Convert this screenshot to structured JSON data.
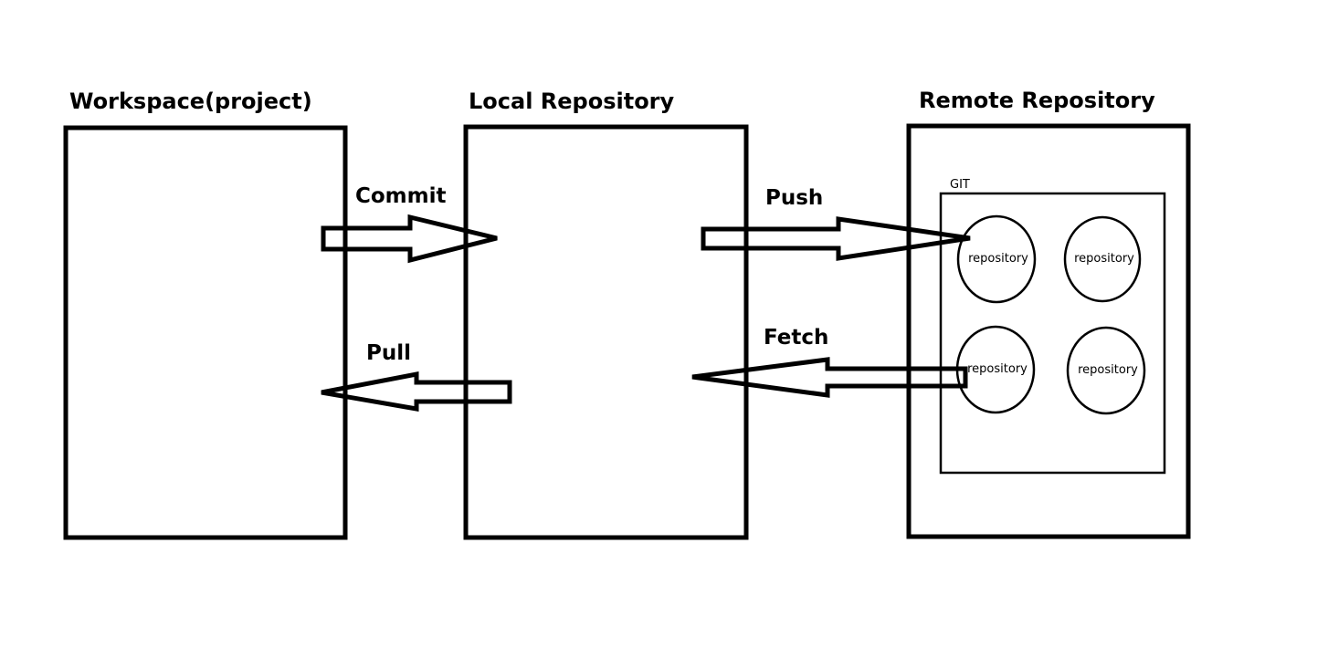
{
  "headings": {
    "workspace": "Workspace(project)",
    "local": "Local Repository",
    "remote": "Remote Repository"
  },
  "arrows": {
    "commit": "Commit",
    "pull": "Pull",
    "push": "Push",
    "fetch": "Fetch"
  },
  "git_label": "GIT",
  "repositories": [
    "repository",
    "repository",
    "repository",
    "repository"
  ]
}
